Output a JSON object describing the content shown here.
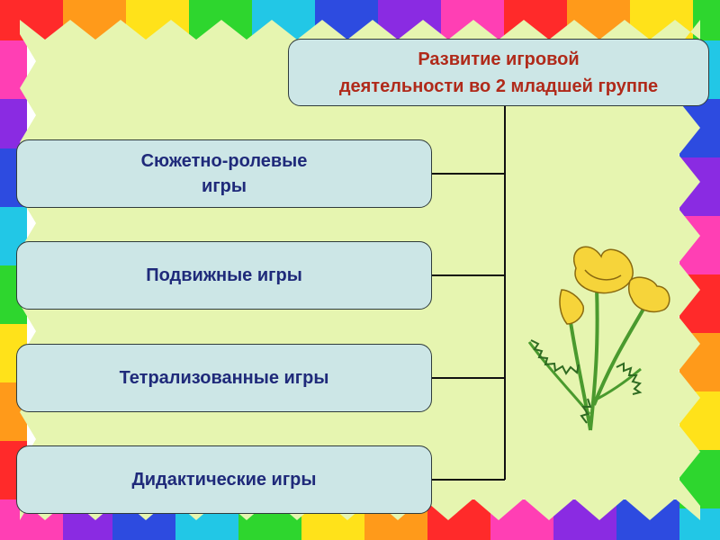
{
  "title": "Развитие игровой\nдеятельности во 2 младшей группе",
  "items": [
    {
      "label": "Сюжетно-ролевые\nигры"
    },
    {
      "label": "Подвижные игры"
    },
    {
      "label": "Тетрализованные игры"
    },
    {
      "label": "Дидактические игры"
    }
  ],
  "colors": {
    "background": "#e6f5b0",
    "box_fill": "#cce6e6",
    "title_text": "#b02a1a",
    "item_text": "#1f2a7a",
    "flower": "#f6d43a"
  },
  "decorations": [
    "zigzag-rainbow-frame",
    "yellow-poppy-flower"
  ]
}
